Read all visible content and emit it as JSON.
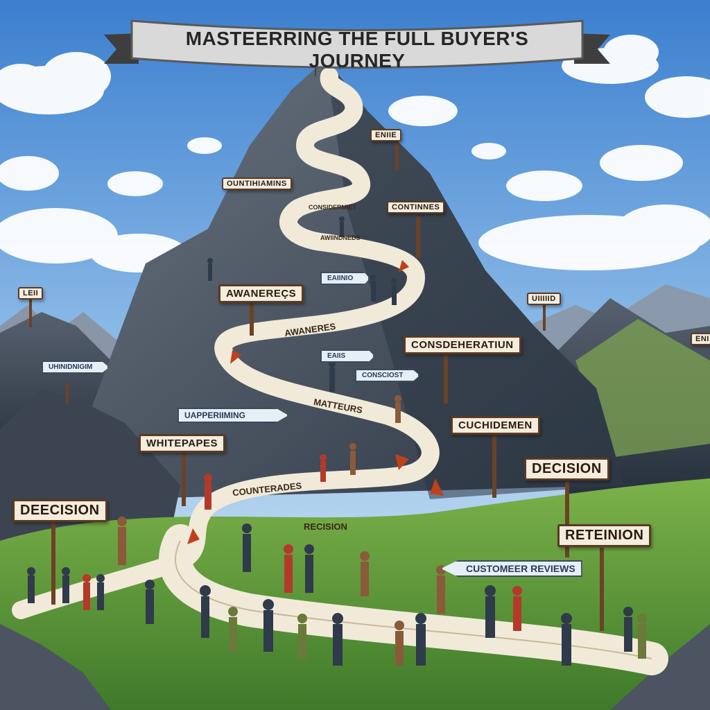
{
  "banner": {
    "title": "MASTEERRING THE FULL BUYER'S JOURNEY"
  },
  "signs": {
    "awareness_upper": "AWANEREÇS",
    "consideration": "CONSDEHERATIUN",
    "cuchidemen": "CUCHIDEMEN",
    "decision_right": "DECISION",
    "retention": "RETEINION",
    "decision_left": "DEECISION",
    "whitepapes": "WHITEPAPES",
    "continues": "CONTINNES",
    "summit_small": "ENIIE",
    "left_upper_small": "OUNTIHIAMINS",
    "left_far_small": "LEII",
    "right_far_small": "UIIIIID",
    "edge_right_small": "ENI",
    "left_arrow_small": "UHINIDNIGIM",
    "customer_reviews": "CUSTOMEER REVIEWS",
    "vapperiming": "UAPPERIIMING",
    "mid_arrow_a": "EAIINIO",
    "mid_arrow_b": "EAIIS",
    "mid_arrow_c": "CONSCIOST"
  },
  "path_text": {
    "awareness": "AWANERES",
    "matteurs": "MATTEURS",
    "countenades": "COUNTERADES",
    "recision": "RECISION",
    "upper_a": "CONSIDERMIET",
    "upper_b": "AWIINDNEDS"
  },
  "colors": {
    "sky": "#6aa0d8",
    "mountain": "#4a5564",
    "grass": "#5f9a3c",
    "path": "#f1ead9",
    "arrow": "#c0401c",
    "post": "#6b4226"
  }
}
